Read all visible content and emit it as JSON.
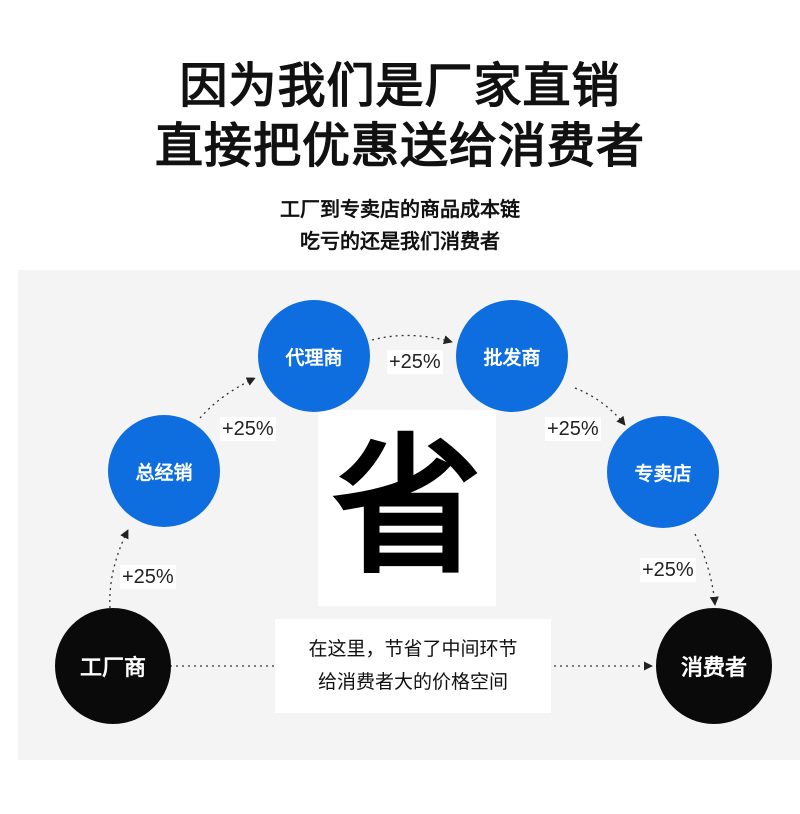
{
  "header": {
    "title_line1": "因为我们是厂家直销",
    "title_line2": "直接把优惠送给消费者",
    "subtitle_line1": "工厂到专卖店的商品成本链",
    "subtitle_line2": "吃亏的还是我们消费者"
  },
  "chain": {
    "factory": "工厂商",
    "distributor": "总经销",
    "agent": "代理商",
    "wholesaler": "批发商",
    "store": "专卖店",
    "consumer": "消费者"
  },
  "markups": [
    "+25%",
    "+25%",
    "+25%",
    "+25%",
    "+25%"
  ],
  "center_char": "省",
  "note": {
    "line1": "在这里，节省了中间环节",
    "line2": "给消费者大的价格空间"
  },
  "colors": {
    "node_blue": "#0e6ee0",
    "node_black": "#0a0a0a",
    "panel_bg": "#f4f4f4"
  }
}
